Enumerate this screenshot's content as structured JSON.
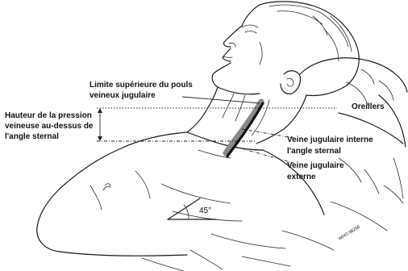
{
  "labels": {
    "upper_limit_line1": "Limite supérieure du pouls",
    "upper_limit_line2": "veineux jugulaire",
    "height_line1": "Hauteur de la pression",
    "height_line2": "veineuse au-dessus de",
    "height_line3": "l'angle sternal",
    "pillows": "Oreillers",
    "internal_line1": "Veine jugulaire interne",
    "internal_line2": "l'angle sternal",
    "external_line1": "Veine jugulaire",
    "external_line2": "externe",
    "angle": "45°",
    "stamp": "WHO 98258"
  },
  "colors": {
    "ink": "#1a1a1a",
    "vein_band": "#8a8a8a",
    "background": "#ffffff"
  }
}
